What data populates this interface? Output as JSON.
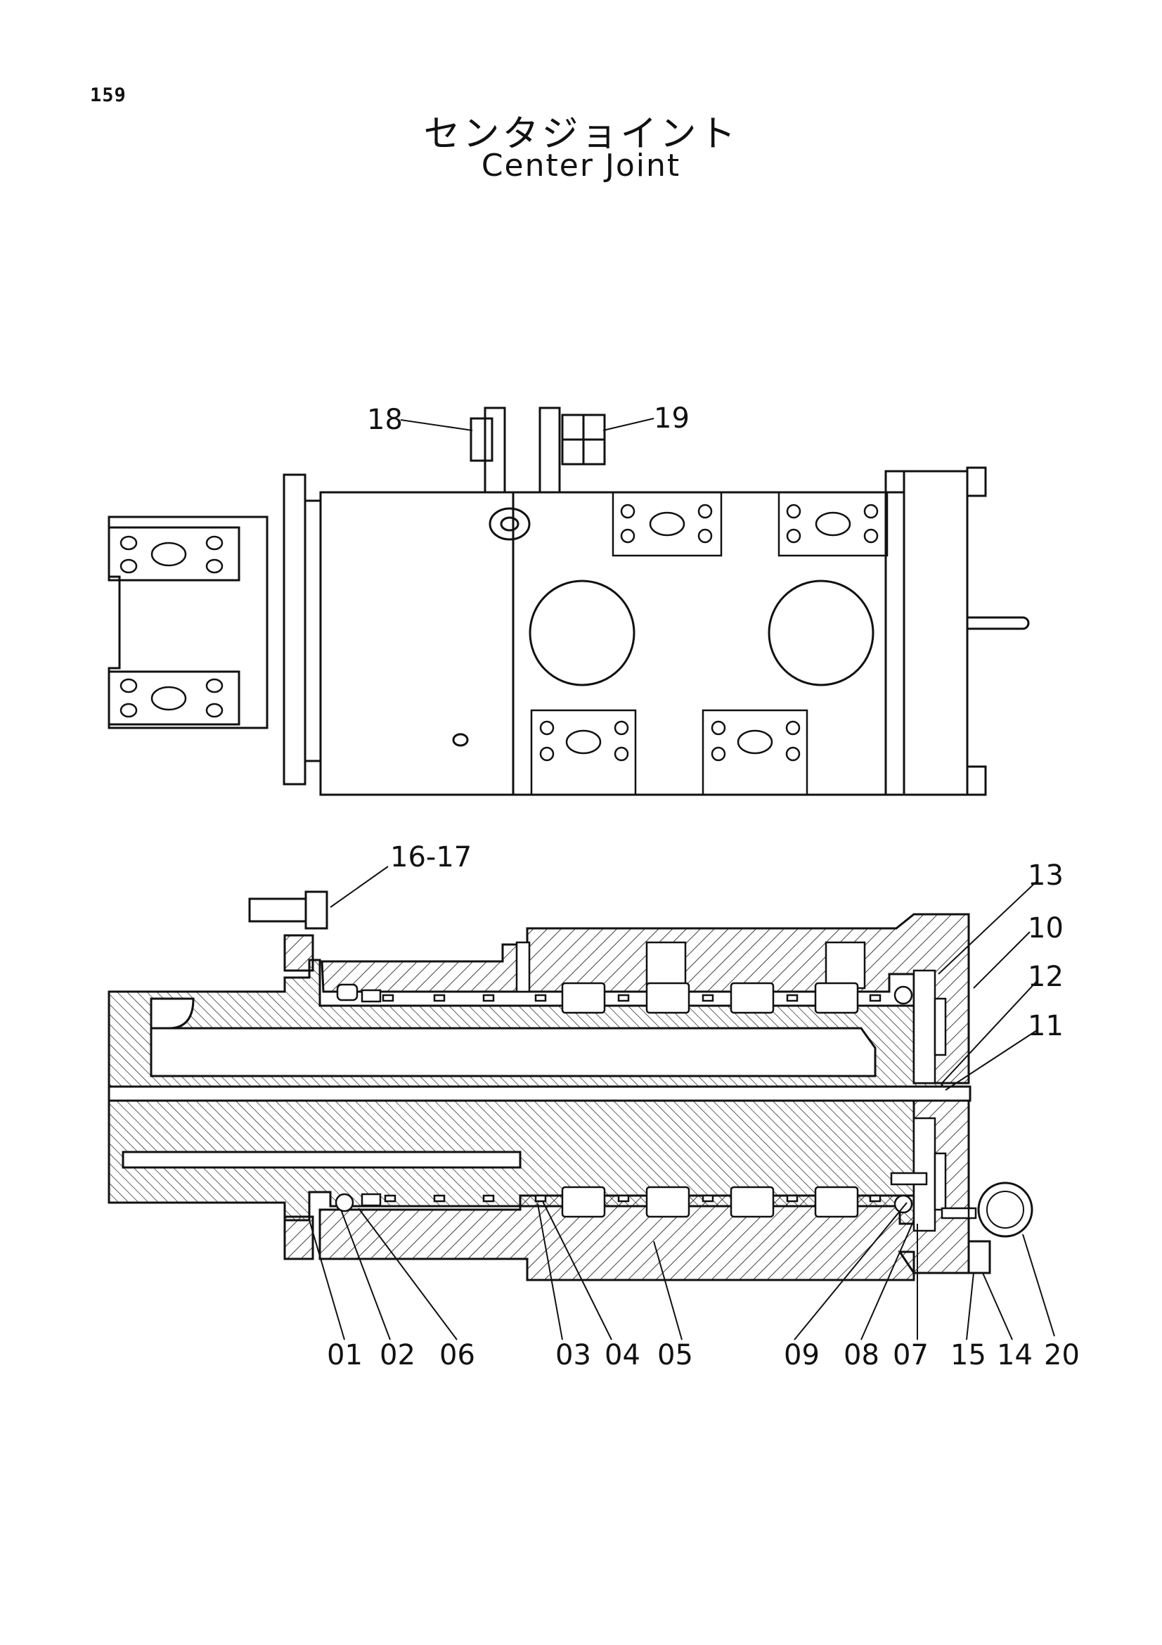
{
  "page_number": "159",
  "title_jp": "センタジョイント",
  "title_en": "Center Joint",
  "colors": {
    "line": "#111111",
    "background": "#ffffff"
  },
  "callouts": {
    "p18": "18",
    "p19": "19",
    "p16_17": "16-17",
    "p13": "13",
    "p10": "10",
    "p12": "12",
    "p11": "11",
    "p01": "01",
    "p02": "02",
    "p06": "06",
    "p03": "03",
    "p04": "04",
    "p05": "05",
    "p09": "09",
    "p08": "08",
    "p07": "07",
    "p15": "15",
    "p14": "14",
    "p20": "20"
  }
}
